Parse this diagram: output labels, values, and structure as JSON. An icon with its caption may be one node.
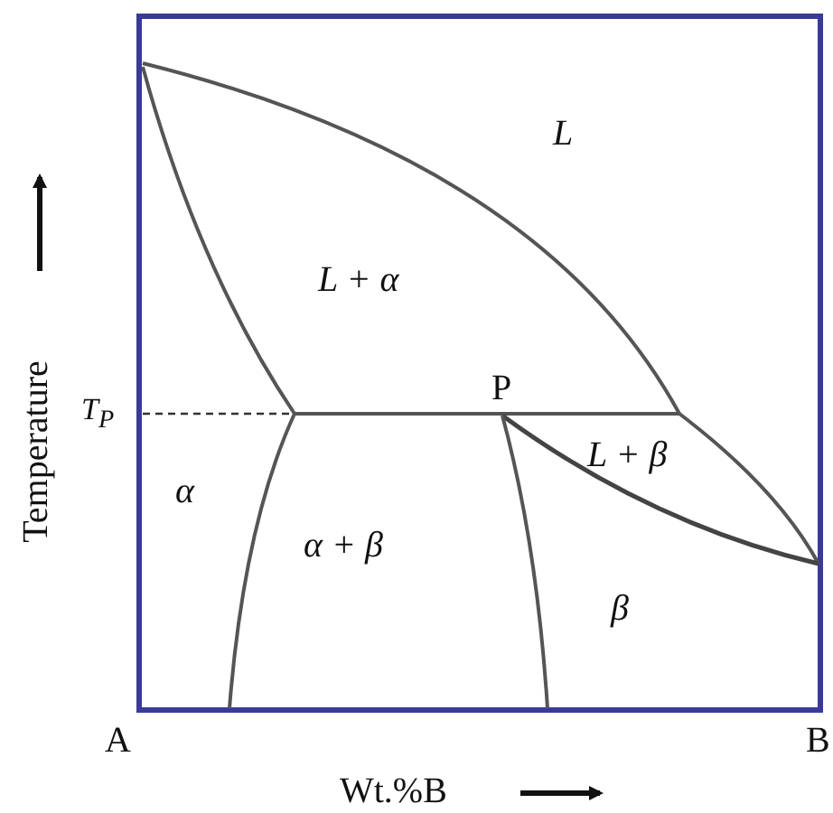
{
  "diagram": {
    "labels": [
      "L",
      "L + α",
      "T$_{P}$",
      "P",
      "L + β",
      "α",
      "α + β",
      "β",
      "Temperature",
      "A",
      "Wt.%B",
      "B"
    ]
  }
}
